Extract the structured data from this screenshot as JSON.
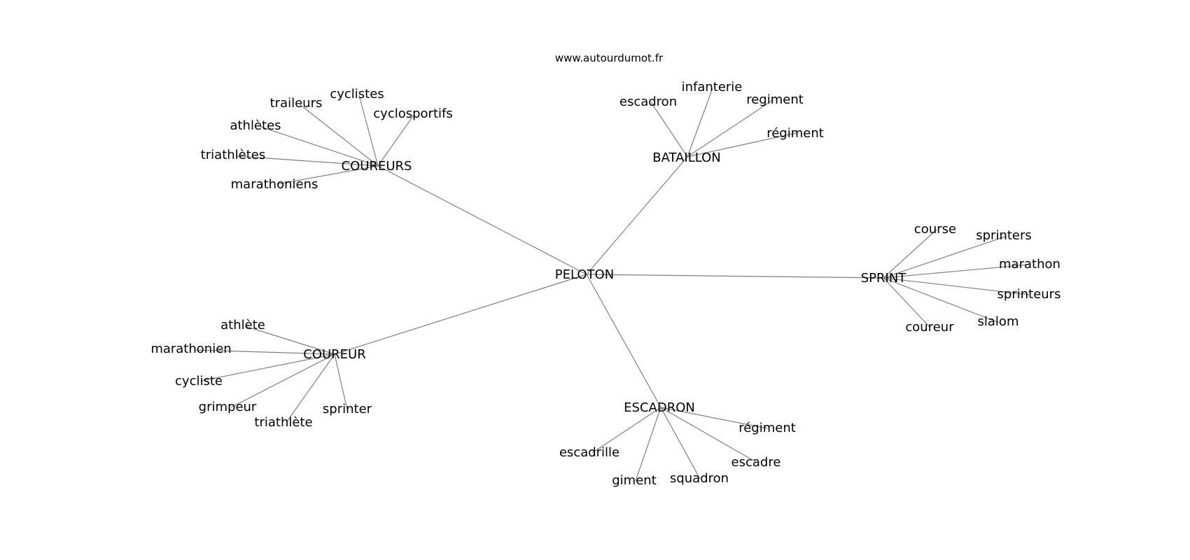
{
  "watermark": "www.autourdumot.fr",
  "center": "PELOTON",
  "clusters": [
    {
      "hub": "COUREURS",
      "leaves": [
        "traileurs",
        "cyclistes",
        "cyclosportifs",
        "athlètes",
        "triathlètes",
        "marathoniens"
      ]
    },
    {
      "hub": "BATAILLON",
      "leaves": [
        "escadron",
        "infanterie",
        "regiment",
        "régiment"
      ]
    },
    {
      "hub": "SPRINT",
      "leaves": [
        "course",
        "sprinters",
        "marathon",
        "sprinteurs",
        "slalom",
        "coureur"
      ]
    },
    {
      "hub": "COUREUR",
      "leaves": [
        "athlète",
        "marathonien",
        "cycliste",
        "grimpeur",
        "triathlète",
        "sprinter"
      ]
    },
    {
      "hub": "ESCADRON",
      "leaves": [
        "régiment",
        "escadrille",
        "escadre",
        "giment",
        "squadron"
      ]
    }
  ],
  "colors": {
    "edge": "#808080",
    "text": "#000000",
    "background": "#ffffff"
  }
}
